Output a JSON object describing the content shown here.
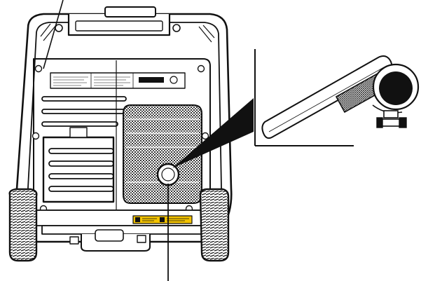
{
  "diagram": {
    "colors": {
      "line": "#111111",
      "background": "#ffffff",
      "warning_label": "#f2c200",
      "muffler_fill": "#8a8a8a"
    },
    "icons": [
      "generator-rear-view",
      "muffler-grille",
      "exhaust-port",
      "spark-arrestor-screen-detail",
      "callout-leader-line"
    ]
  }
}
